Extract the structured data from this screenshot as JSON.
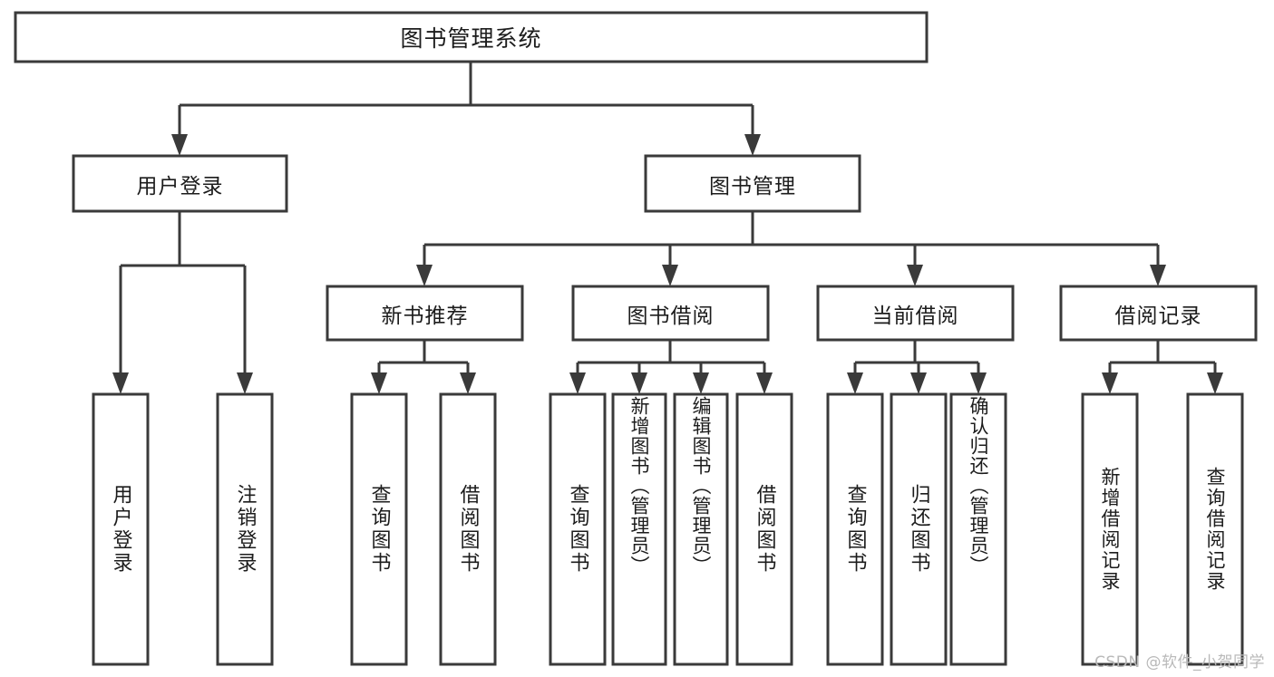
{
  "diagram": {
    "title": "图书管理系统",
    "type": "tree",
    "orientation": "top-down",
    "colors": {
      "box_stroke": "#3a3a3a",
      "box_fill": "#ffffff",
      "text": "#1c1c1c",
      "connector": "#3a3a3a",
      "watermark": "#b9b9b9",
      "background": "#ffffff"
    },
    "root": {
      "label": "图书管理系统",
      "orientation": "horizontal"
    },
    "level2": [
      {
        "label": "用户登录",
        "orientation": "horizontal"
      },
      {
        "label": "图书管理",
        "orientation": "horizontal"
      }
    ],
    "level3": [
      {
        "label": "新书推荐",
        "orientation": "horizontal",
        "parent": "图书管理"
      },
      {
        "label": "图书借阅",
        "orientation": "horizontal",
        "parent": "图书管理"
      },
      {
        "label": "当前借阅",
        "orientation": "horizontal",
        "parent": "图书管理"
      },
      {
        "label": "借阅记录",
        "orientation": "horizontal",
        "parent": "图书管理"
      }
    ],
    "leaves": [
      {
        "label": "用户登录",
        "orientation": "vertical",
        "parent": "用户登录"
      },
      {
        "label": "注销登录",
        "orientation": "vertical",
        "parent": "用户登录"
      },
      {
        "label": "查询图书",
        "orientation": "vertical",
        "parent": "新书推荐"
      },
      {
        "label": "借阅图书",
        "orientation": "vertical",
        "parent": "新书推荐"
      },
      {
        "label": "查询图书",
        "orientation": "vertical",
        "parent": "图书借阅"
      },
      {
        "label": "新增图书（管理员）",
        "orientation": "vertical",
        "parent": "图书借阅"
      },
      {
        "label": "编辑图书（管理员）",
        "orientation": "vertical",
        "parent": "图书借阅"
      },
      {
        "label": "借阅图书",
        "orientation": "vertical",
        "parent": "图书借阅"
      },
      {
        "label": "查询图书",
        "orientation": "vertical",
        "parent": "当前借阅"
      },
      {
        "label": "归还图书",
        "orientation": "vertical",
        "parent": "当前借阅"
      },
      {
        "label": "确认归还（管理员）",
        "orientation": "vertical",
        "parent": "当前借阅"
      },
      {
        "label": "新增借阅记录",
        "orientation": "vertical",
        "parent": "借阅记录"
      },
      {
        "label": "查询借阅记录",
        "orientation": "vertical",
        "parent": "借阅记录"
      }
    ]
  },
  "watermark": {
    "text": "CSDN @软件_小贺同学"
  }
}
